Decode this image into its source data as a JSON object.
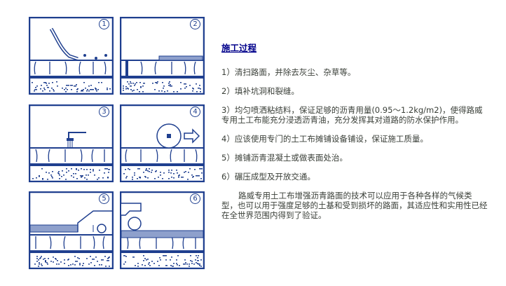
{
  "title": "施工过程",
  "steps": [
    "1）清扫路面，并除去灰尘、杂草等。",
    "2）填补坑洞和裂缝。",
    "3）均匀喷洒粘结料，保证足够的沥青用量(0.95～1.2kg/m2)，使得路威专用土工布能充分浸透沥青油，充分发挥其对道路的防水保护作用。",
    "4）应该使用专门的土工布摊铺设备铺设，保证施工质量。",
    "5）摊铺沥青混凝土或做表面处治。",
    "6）碾压成型及开放交通。"
  ],
  "summary": "路威专用土工布增强沥青路面的技术可以应用于各种各样的气候类型，也可以用于强度足够的土基和受到损坏的路面，其适应性和实用性已经在全世界范围内得到了验证。",
  "panels": [
    {
      "number": "1"
    },
    {
      "number": "2"
    },
    {
      "number": "3"
    },
    {
      "number": "4"
    },
    {
      "number": "5"
    },
    {
      "number": "6"
    }
  ],
  "colors": {
    "line": "#1f3f8f",
    "title": "#00008b",
    "text": "#3a3f38"
  }
}
